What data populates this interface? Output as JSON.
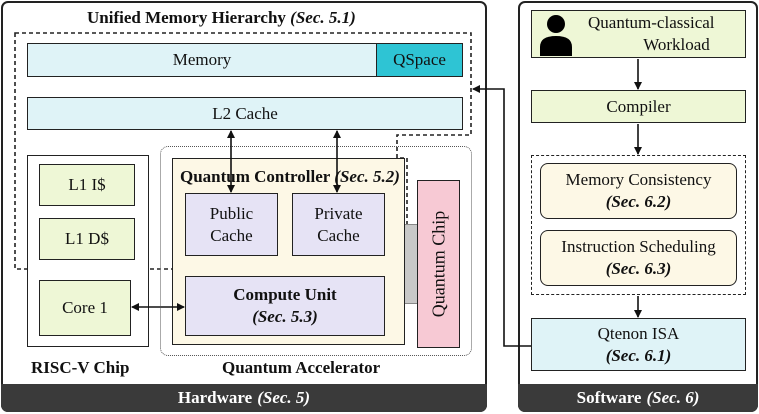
{
  "hardware": {
    "title": "Unified Memory Hierarchy",
    "title_ref": "(Sec. 5.1)",
    "memory": {
      "label": "Memory",
      "qspace": "QSpace"
    },
    "l2": "L2 Cache",
    "riscv": {
      "l1i": "L1 I$",
      "l1d": "L1 D$",
      "core": "Core 1",
      "label": "RISC-V Chip"
    },
    "accelerator": {
      "label": "Quantum Accelerator",
      "controller": "Quantum Controller",
      "controller_ref": "(Sec. 5.2)",
      "public_cache": [
        "Public",
        "Cache"
      ],
      "private_cache": [
        "Private",
        "Cache"
      ],
      "compute_unit": "Compute Unit",
      "compute_ref": "(Sec. 5.3)",
      "quantum_chip": "Quantum Chip"
    },
    "footer": "Hardware",
    "footer_ref": "(Sec. 5)"
  },
  "software": {
    "workload": [
      "Quantum-classical",
      "Workload"
    ],
    "compiler": "Compiler",
    "memory_consistency": "Memory Consistency",
    "memory_consistency_ref": "(Sec. 6.2)",
    "instruction_scheduling": "Instruction Scheduling",
    "instruction_scheduling_ref": "(Sec. 6.3)",
    "isa": "Qtenon ISA",
    "isa_ref": "(Sec. 6.1)",
    "footer": "Software",
    "footer_ref": "(Sec. 6)"
  },
  "colors": {
    "cyan": "#dff3f7",
    "qspace": "#2ec4d4",
    "green": "#eef7d6",
    "cream": "#fdf8e6",
    "lavender": "#e6e3f5",
    "pink": "#f7c9d4",
    "footer": "#3a3a3a"
  },
  "icons": {
    "user": "person-icon"
  }
}
